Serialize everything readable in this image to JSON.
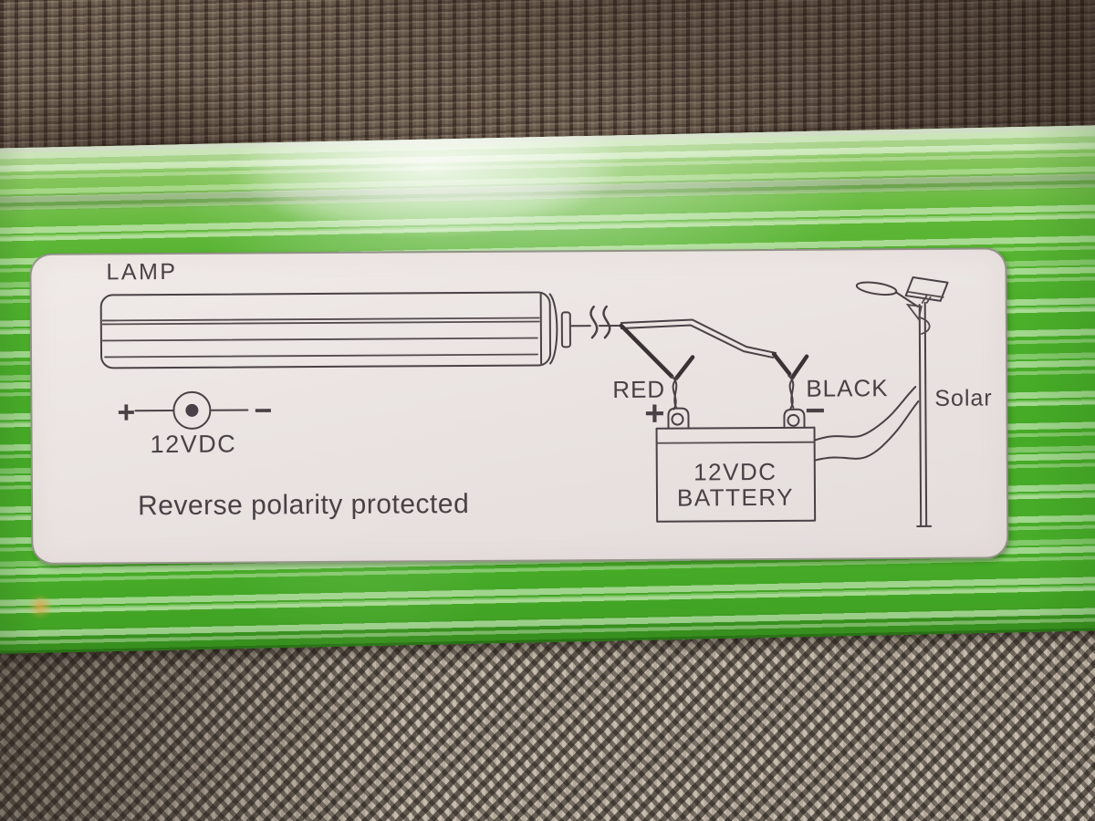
{
  "label": {
    "lamp_caption": "LAMP",
    "dc_jack": {
      "plus": "+",
      "minus": "−",
      "voltage": "12VDC"
    },
    "note": "Reverse polarity protected",
    "red_clip": {
      "name": "RED",
      "polarity": "+"
    },
    "black_clip": {
      "name": "BLACK",
      "polarity": "−"
    },
    "battery": {
      "line1": "12VDC",
      "line2": "BATTERY"
    },
    "solar_caption": "Solar"
  },
  "colors": {
    "sleeve_green": "#46ab27",
    "stripe_light": "#cfe7b8",
    "label_background": "#eae3e1",
    "diagram_ink": "#4a4146",
    "fabric_top": "#766759",
    "fabric_bottom": "#b4a899"
  }
}
